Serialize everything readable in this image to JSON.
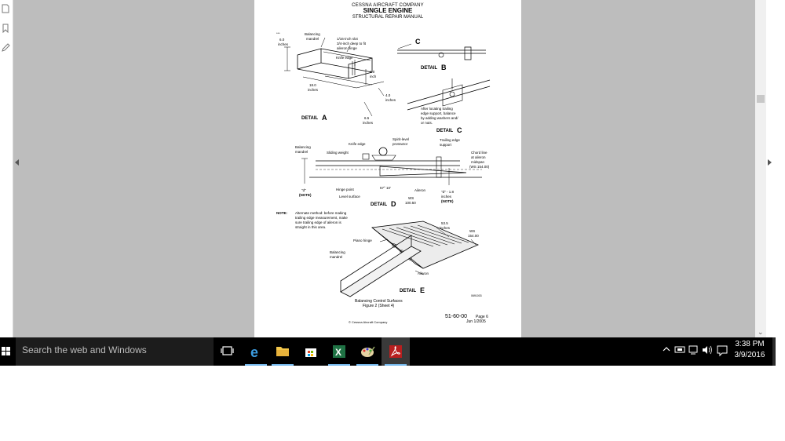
{
  "document": {
    "company": "CESSNA AIRCRAFT COMPANY",
    "title": "SINGLE ENGINE",
    "subtitle": "STRUCTURAL REPAIR MANUAL"
  },
  "detailA": {
    "label": "DETAIL",
    "letter": "A",
    "mark": "***",
    "balancing_mandrel": [
      "Balancing",
      "mandrel"
    ],
    "slot_note": [
      "1/16-inch slot",
      "3/4-inch deep to fit",
      "aileron hinge"
    ],
    "knife_edge": "Knife edge",
    "dim_6": [
      "6.0",
      "inches"
    ],
    "dim_18": [
      "18.0",
      "inches"
    ],
    "dim_1": [
      "1.0",
      "inch"
    ],
    "dim_4": [
      "4.0",
      "inches"
    ],
    "dim_65": [
      "6.5",
      "inches"
    ]
  },
  "detailB": {
    "label": "DETAIL",
    "letter": "B",
    "callout": "C"
  },
  "detailC": {
    "label": "DETAIL",
    "letter": "C",
    "note": [
      "After locating trailing",
      "edge support, balance",
      "by adding washers and/",
      "or nuts."
    ]
  },
  "detailD": {
    "label": "DETAIL",
    "letter": "D",
    "knife_edge": "Knife edge",
    "spirit_level": [
      "Spirit-level",
      "protractor"
    ],
    "trailing_support": [
      "Trailing edge",
      "support"
    ],
    "balancing_mandrel": [
      "Balancing",
      "mandrel"
    ],
    "sliding_weight": "Sliding weight",
    "chord_line": [
      "Chord line",
      "at aileron",
      "midspan",
      "(WS 154.00)"
    ],
    "hinge_point": "Hinge point",
    "level_surface": "Level surface",
    "angle": "57° 10'",
    "aileron": "Aileron",
    "d_left": [
      "\"d\"",
      "(NOTE)"
    ],
    "d_right": [
      "\"d\" - 1.8",
      "inches",
      "(NOTE)"
    ],
    "ws1": [
      "WS",
      "100.50"
    ]
  },
  "note": {
    "head": "NOTE:",
    "lines": [
      "Alternate method: before making",
      "trailing edge measurement, make",
      "sure trailing edge of aileron is",
      "straight in this area."
    ]
  },
  "detailE": {
    "label": "DETAIL",
    "letter": "E",
    "dim_535": [
      "53.5",
      "inches"
    ],
    "ws2": [
      "WS",
      "154.00"
    ],
    "piano_hinge": "Piano hinge",
    "balancing_mandrel": [
      "Balancing",
      "mandrel"
    ],
    "aileron": "Aileron",
    "code": "0691003"
  },
  "footer": {
    "caption1": "Balancing Control Surfaces",
    "caption2": "Figure 2 (Sheet 4)",
    "page_code": "51-60-00",
    "page_num": "Page 6",
    "date": "Jun 1/2005",
    "copyright": "© Cessna Aircraft Company"
  },
  "taskbar": {
    "search_placeholder": "Search the web and Windows",
    "time": "3:38 PM",
    "date": "3/9/2016",
    "apps": [
      "task-view",
      "edge",
      "file-explorer",
      "store",
      "excel",
      "paint",
      "acrobat"
    ],
    "accent_color": "#76b9ed"
  }
}
